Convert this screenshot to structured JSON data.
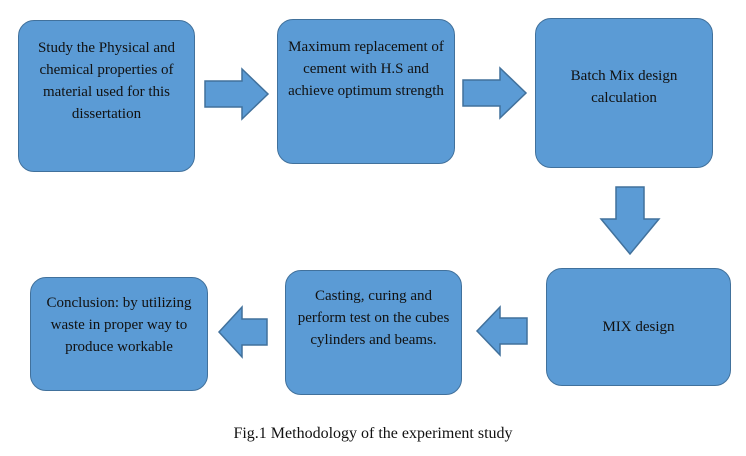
{
  "colors": {
    "box_fill": "#5b9bd5",
    "box_border": "#41719c",
    "arrow_fill": "#5b9bd5",
    "text": "#111111"
  },
  "steps": [
    {
      "id": "physical-chemical-properties",
      "text": "Study the Physical and chemical properties of material used for this dissertation"
    },
    {
      "id": "cement-replacement",
      "text": "Maximum replacement of cement with H.S and achieve optimum strength"
    },
    {
      "id": "batch-mix-design",
      "text": "Batch Mix design calculation"
    },
    {
      "id": "mix-design",
      "text": "MIX design"
    },
    {
      "id": "casting-curing-testing",
      "text": "Casting, curing and perform test on the cubes cylinders and beams."
    },
    {
      "id": "conclusion",
      "text": "Conclusion: by utilizing waste in proper way to produce workable"
    }
  ],
  "flow": [
    {
      "from": "physical-chemical-properties",
      "to": "cement-replacement",
      "direction": "right"
    },
    {
      "from": "cement-replacement",
      "to": "batch-mix-design",
      "direction": "right"
    },
    {
      "from": "batch-mix-design",
      "to": "mix-design",
      "direction": "down"
    },
    {
      "from": "mix-design",
      "to": "casting-curing-testing",
      "direction": "left"
    },
    {
      "from": "casting-curing-testing",
      "to": "conclusion",
      "direction": "left"
    }
  ],
  "caption": "Fig.1 Methodology of the experiment study"
}
